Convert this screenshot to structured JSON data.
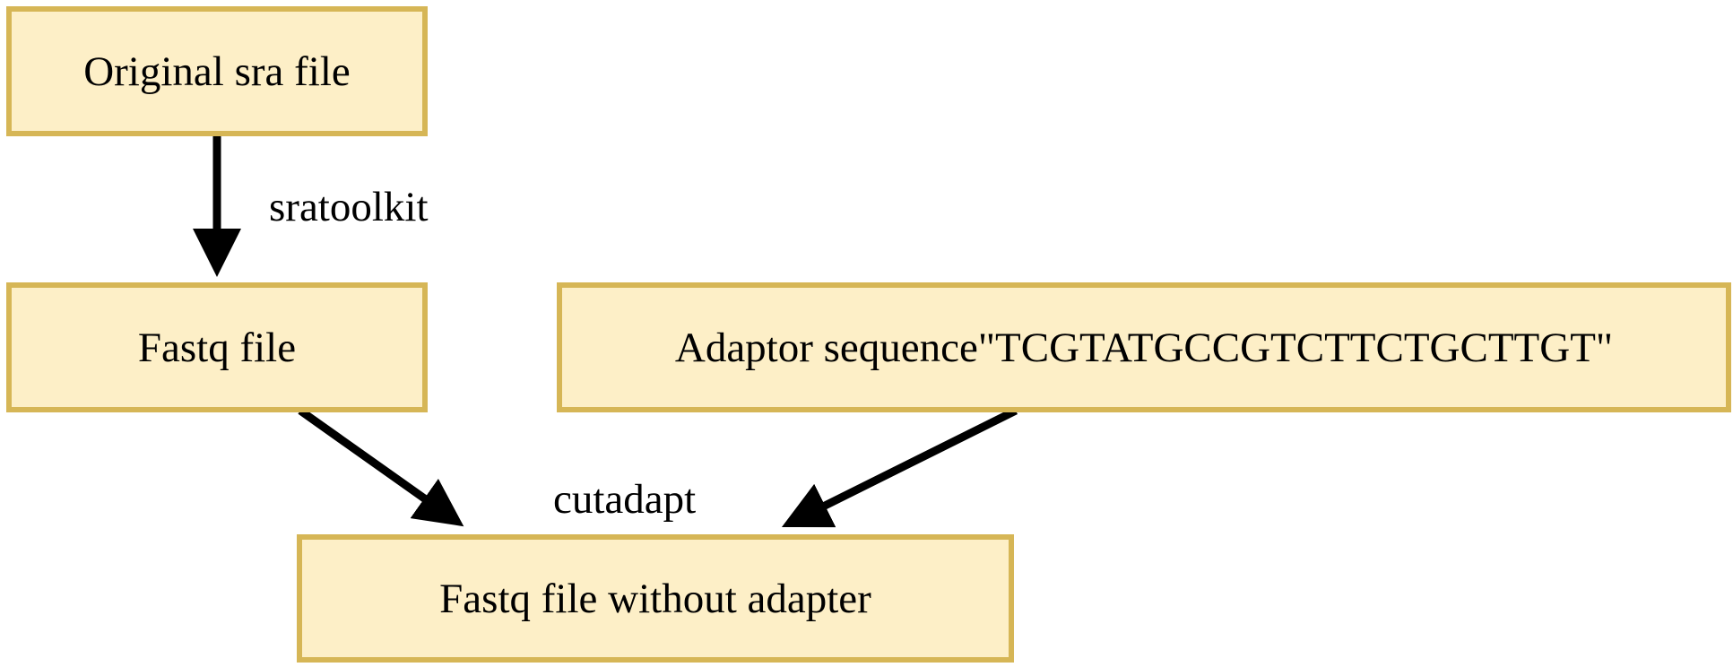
{
  "diagram": {
    "nodes": {
      "original": "Original sra file",
      "fastq": "Fastq file",
      "adaptor": "Adaptor sequence\"TCGTATGCCGTCTTCTGCTTGT\"",
      "output": "Fastq file without adapter"
    },
    "edge_labels": {
      "sratoolkit": "sratoolkit",
      "cutadapt": "cutadapt"
    },
    "colors": {
      "node_fill": "#fdefc7",
      "node_border": "#d6b656",
      "arrow": "#000000"
    }
  }
}
